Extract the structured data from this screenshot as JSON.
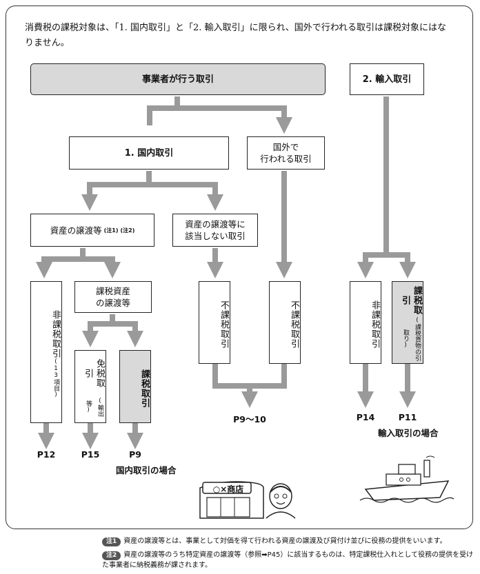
{
  "intro": "消費税の課税対象は、「1. 国内取引」と「2. 輸入取引」に限られ、国外で行われる取引は課税対象にはなりません。",
  "boxes": {
    "business": "事業者が行う取引",
    "import": "2. 輸入取引",
    "domestic": "1. 国内取引",
    "abroad": "国外で\n行われる取引",
    "transfer": "資産の譲渡等",
    "transfer_note1": "(注1)",
    "transfer_note2": "(注2)",
    "not_transfer": "資産の譲渡等に\n該当しない取引",
    "taxable_transfer": "課税資産\nの譲渡等",
    "nontaxable": "非課税取引",
    "nontaxable_sub": "(13項目)",
    "exempt": "免税取引",
    "exempt_sub": "(輸出等)",
    "taxable_domestic": "課税取引",
    "untaxed1": "不課税取引",
    "untaxed2": "不課税取引",
    "import_nontaxable": "非課税取引",
    "import_taxable": "課税取引",
    "import_taxable_sub": "(課税貨物の引取り)"
  },
  "pages": {
    "p12": "P12",
    "p15": "P15",
    "p9": "P9",
    "p9_10": "P9〜10",
    "p14": "P14",
    "p11": "P11"
  },
  "captions": {
    "domestic_case": "国内取引の場合",
    "import_case": "輸入取引の場合"
  },
  "illustration": {
    "shop_sign": "○×商店"
  },
  "notes": [
    {
      "tag": "注1",
      "text": "資産の譲渡等とは、事業として対価を得て行われる資産の譲渡及び貸付け並びに役務の提供をいいます。"
    },
    {
      "tag": "注2",
      "text": "資産の譲渡等のうち特定資産の譲渡等（参照➡P45）に該当するものは、特定課税仕入れとして役務の提供を受けた事業者に納税義務が課されます。"
    }
  ],
  "colors": {
    "arrow": "#9a9a9a",
    "gray_box": "#d9d9d9",
    "border": "#222222"
  }
}
